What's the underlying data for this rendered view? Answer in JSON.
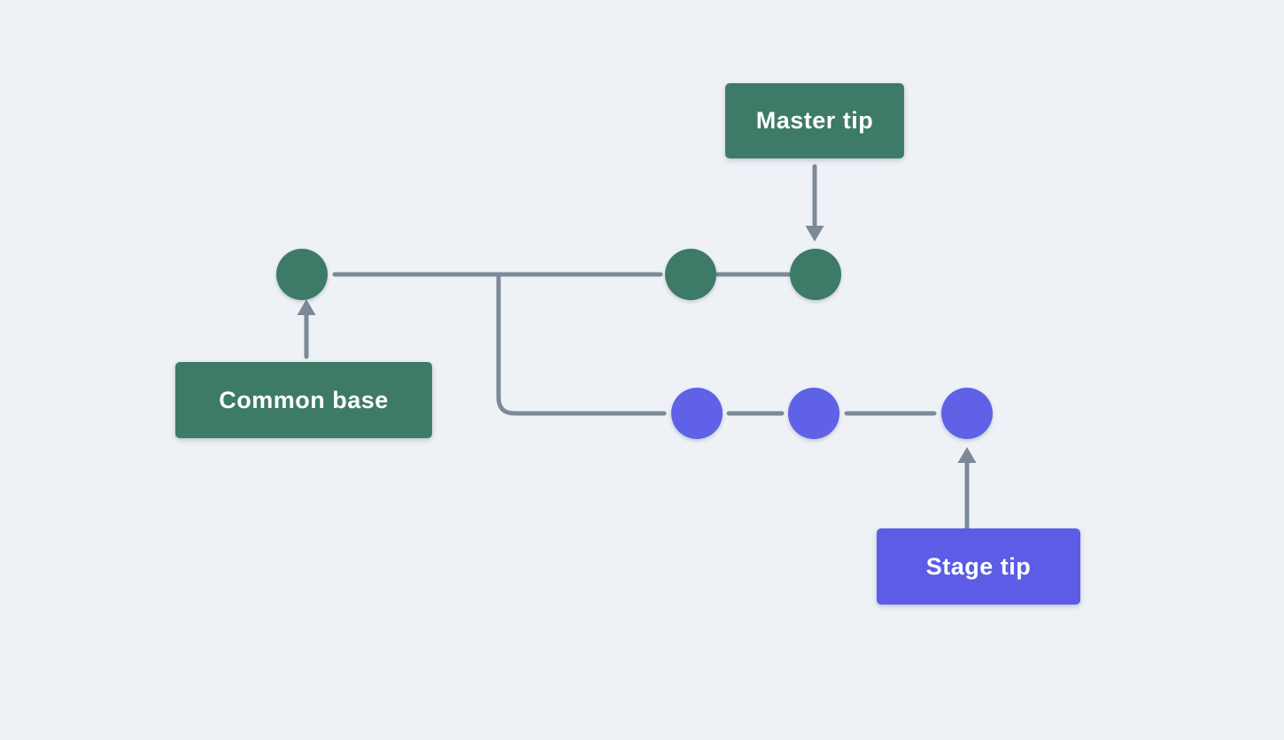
{
  "colors": {
    "background": "#eef2f6",
    "master_branch": "#3d7a68",
    "stage_label": "#5c5ce6",
    "stage_node": "#5f61e6",
    "connector": "#7d8996",
    "label_text": "#ffffff"
  },
  "labels": {
    "master_tip": "Master tip",
    "common_base": "Common base",
    "stage_tip": "Stage tip"
  },
  "branches": {
    "master": {
      "name": "master",
      "commit_count": 3
    },
    "stage": {
      "name": "stage",
      "commit_count": 3
    }
  }
}
